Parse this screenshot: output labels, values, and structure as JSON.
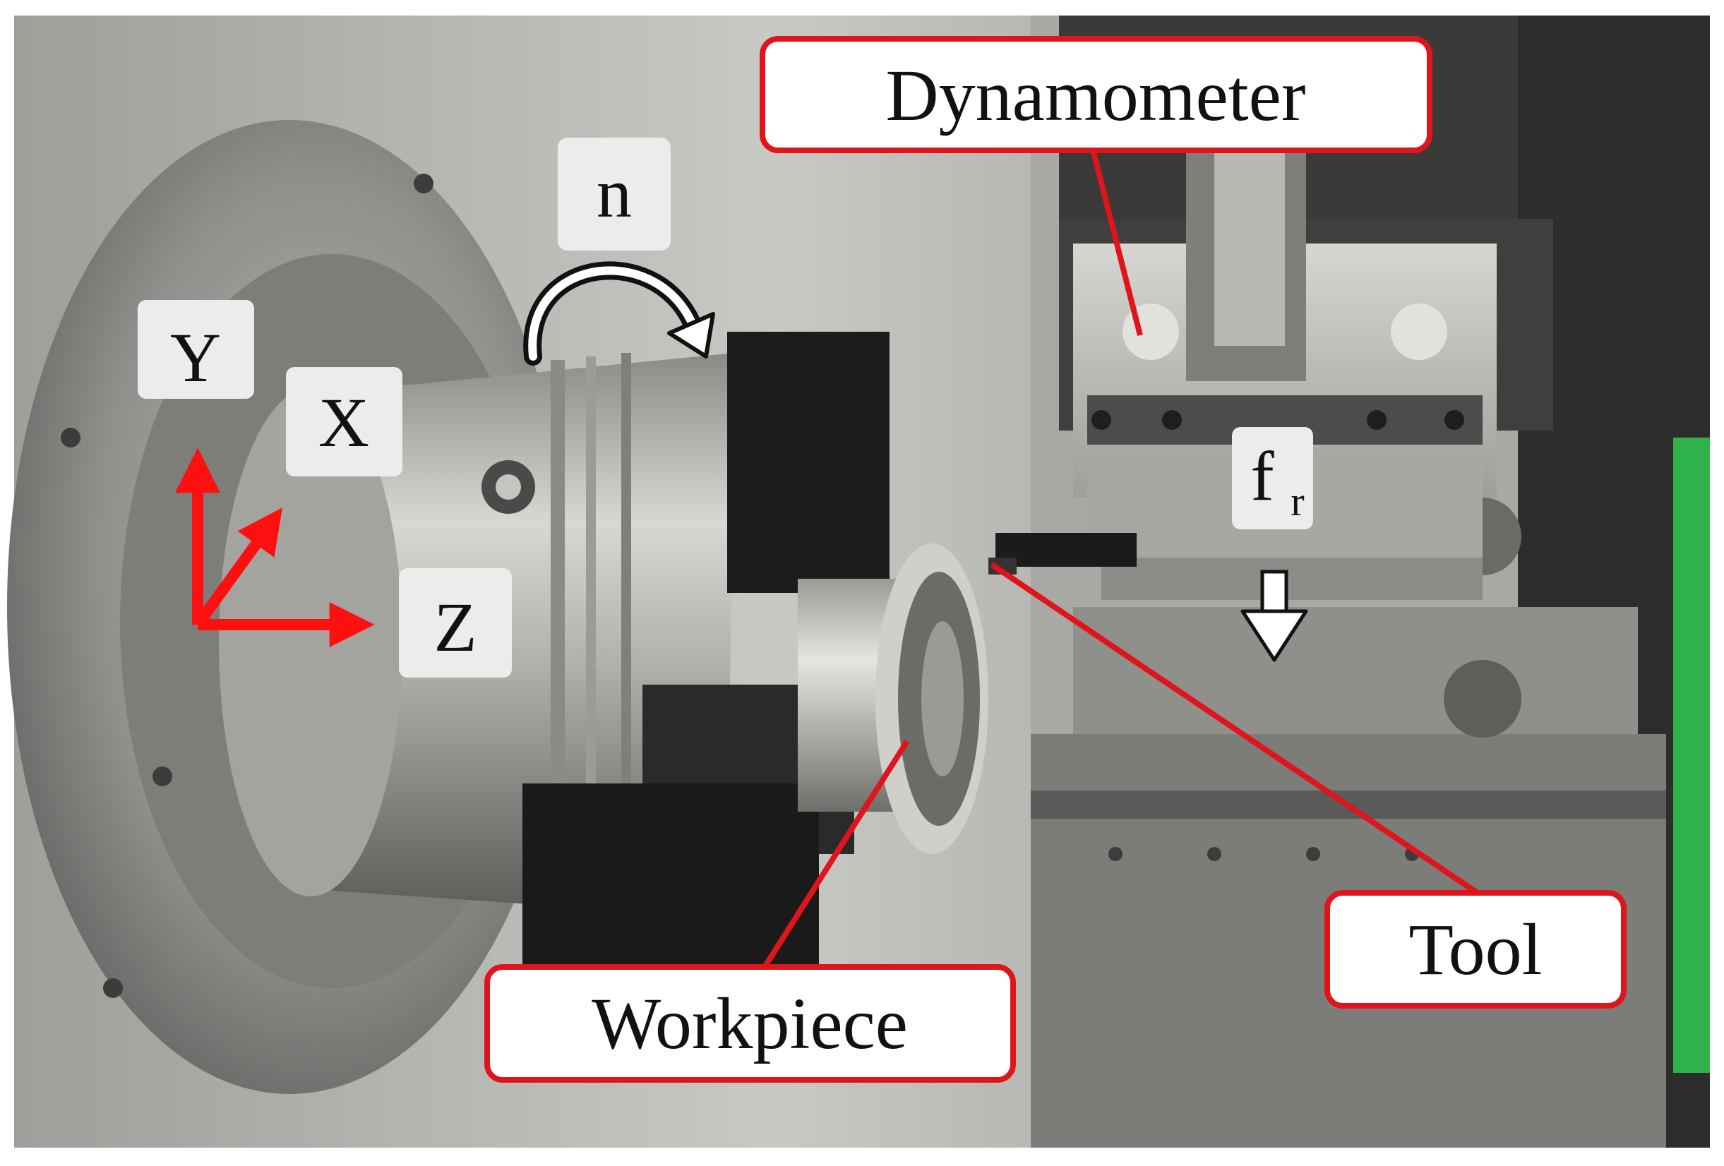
{
  "labels": {
    "dynamometer": "Dynamometer",
    "tool": "Tool",
    "workpiece": "Workpiece",
    "rotation": "n",
    "feed_main": "f",
    "feed_sub": "r",
    "axis_x": "X",
    "axis_y": "Y",
    "axis_z": "Z"
  },
  "colors": {
    "callout_border": "#e0141b",
    "leader_line": "#e0141b",
    "axis_arrow": "#ff1010",
    "chip_fill": "#ececec",
    "machine_green": "#2fb24a"
  }
}
